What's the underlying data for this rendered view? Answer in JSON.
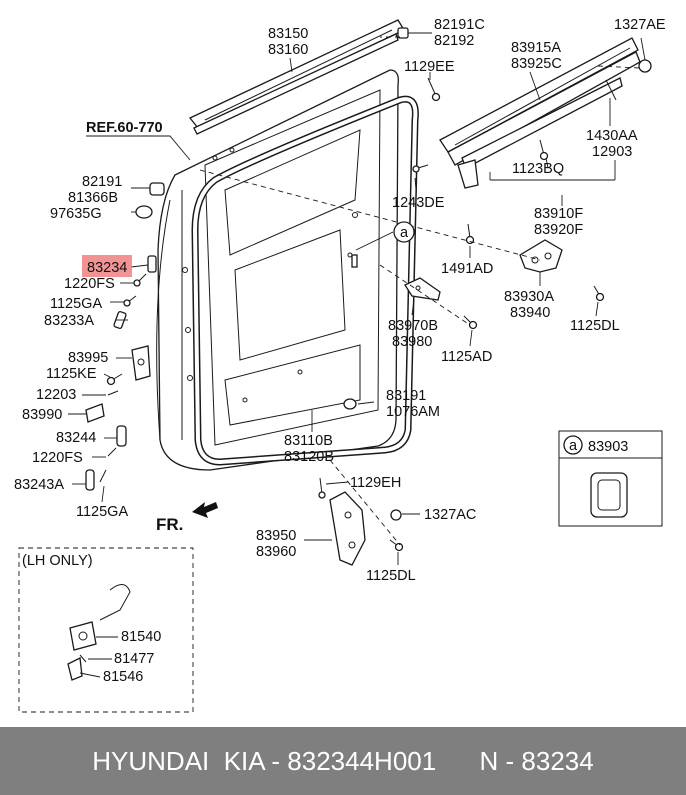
{
  "labels": {
    "p83150": "83150",
    "p83160": "83160",
    "p82191C": "82191C",
    "p82192": "82192",
    "p1327AE": "1327AE",
    "p83915A": "83915A",
    "p83925C": "83925C",
    "p1129EE": "1129EE",
    "ref": "REF.60-770",
    "p1430AA": "1430AA",
    "p12903": "12903",
    "p1123BQ": "1123BQ",
    "p82191": "82191",
    "p81366B": "81366B",
    "p97635G": "97635G",
    "p1243DE": "1243DE",
    "p83910F": "83910F",
    "p83920F": "83920F",
    "callout_a": "a",
    "p83234": "83234",
    "p1220FS_a": "1220FS",
    "p1491AD": "1491AD",
    "p1125GA_a": "1125GA",
    "p83233A": "83233A",
    "p83930A": "83930A",
    "p83940": "83940",
    "p1125DL_a": "1125DL",
    "p83970B": "83970B",
    "p83980": "83980",
    "p1125AD": "1125AD",
    "p83995": "83995",
    "p1125KE": "1125KE",
    "p12203": "12203",
    "p83990": "83990",
    "p83191": "83191",
    "p1076AM": "1076AM",
    "p83244": "83244",
    "p1220FS_b": "1220FS",
    "p83110B": "83110B",
    "p83120B": "83120B",
    "p83243A": "83243A",
    "p1125GA_b": "1125GA",
    "p1129EH": "1129EH",
    "inset_a": "a",
    "p83903": "83903",
    "fr": "FR.",
    "p1327AC": "1327AC",
    "p83950": "83950",
    "p83960": "83960",
    "p1125DL_b": "1125DL",
    "lh_only": "(LH ONLY)",
    "p81540": "81540",
    "p81477": "81477",
    "p81546": "81546"
  },
  "highlighted_part": "83234",
  "highlight_color": "#f08080",
  "footer": "HYUNDAI  KIA - 832344H001      N - 83234"
}
